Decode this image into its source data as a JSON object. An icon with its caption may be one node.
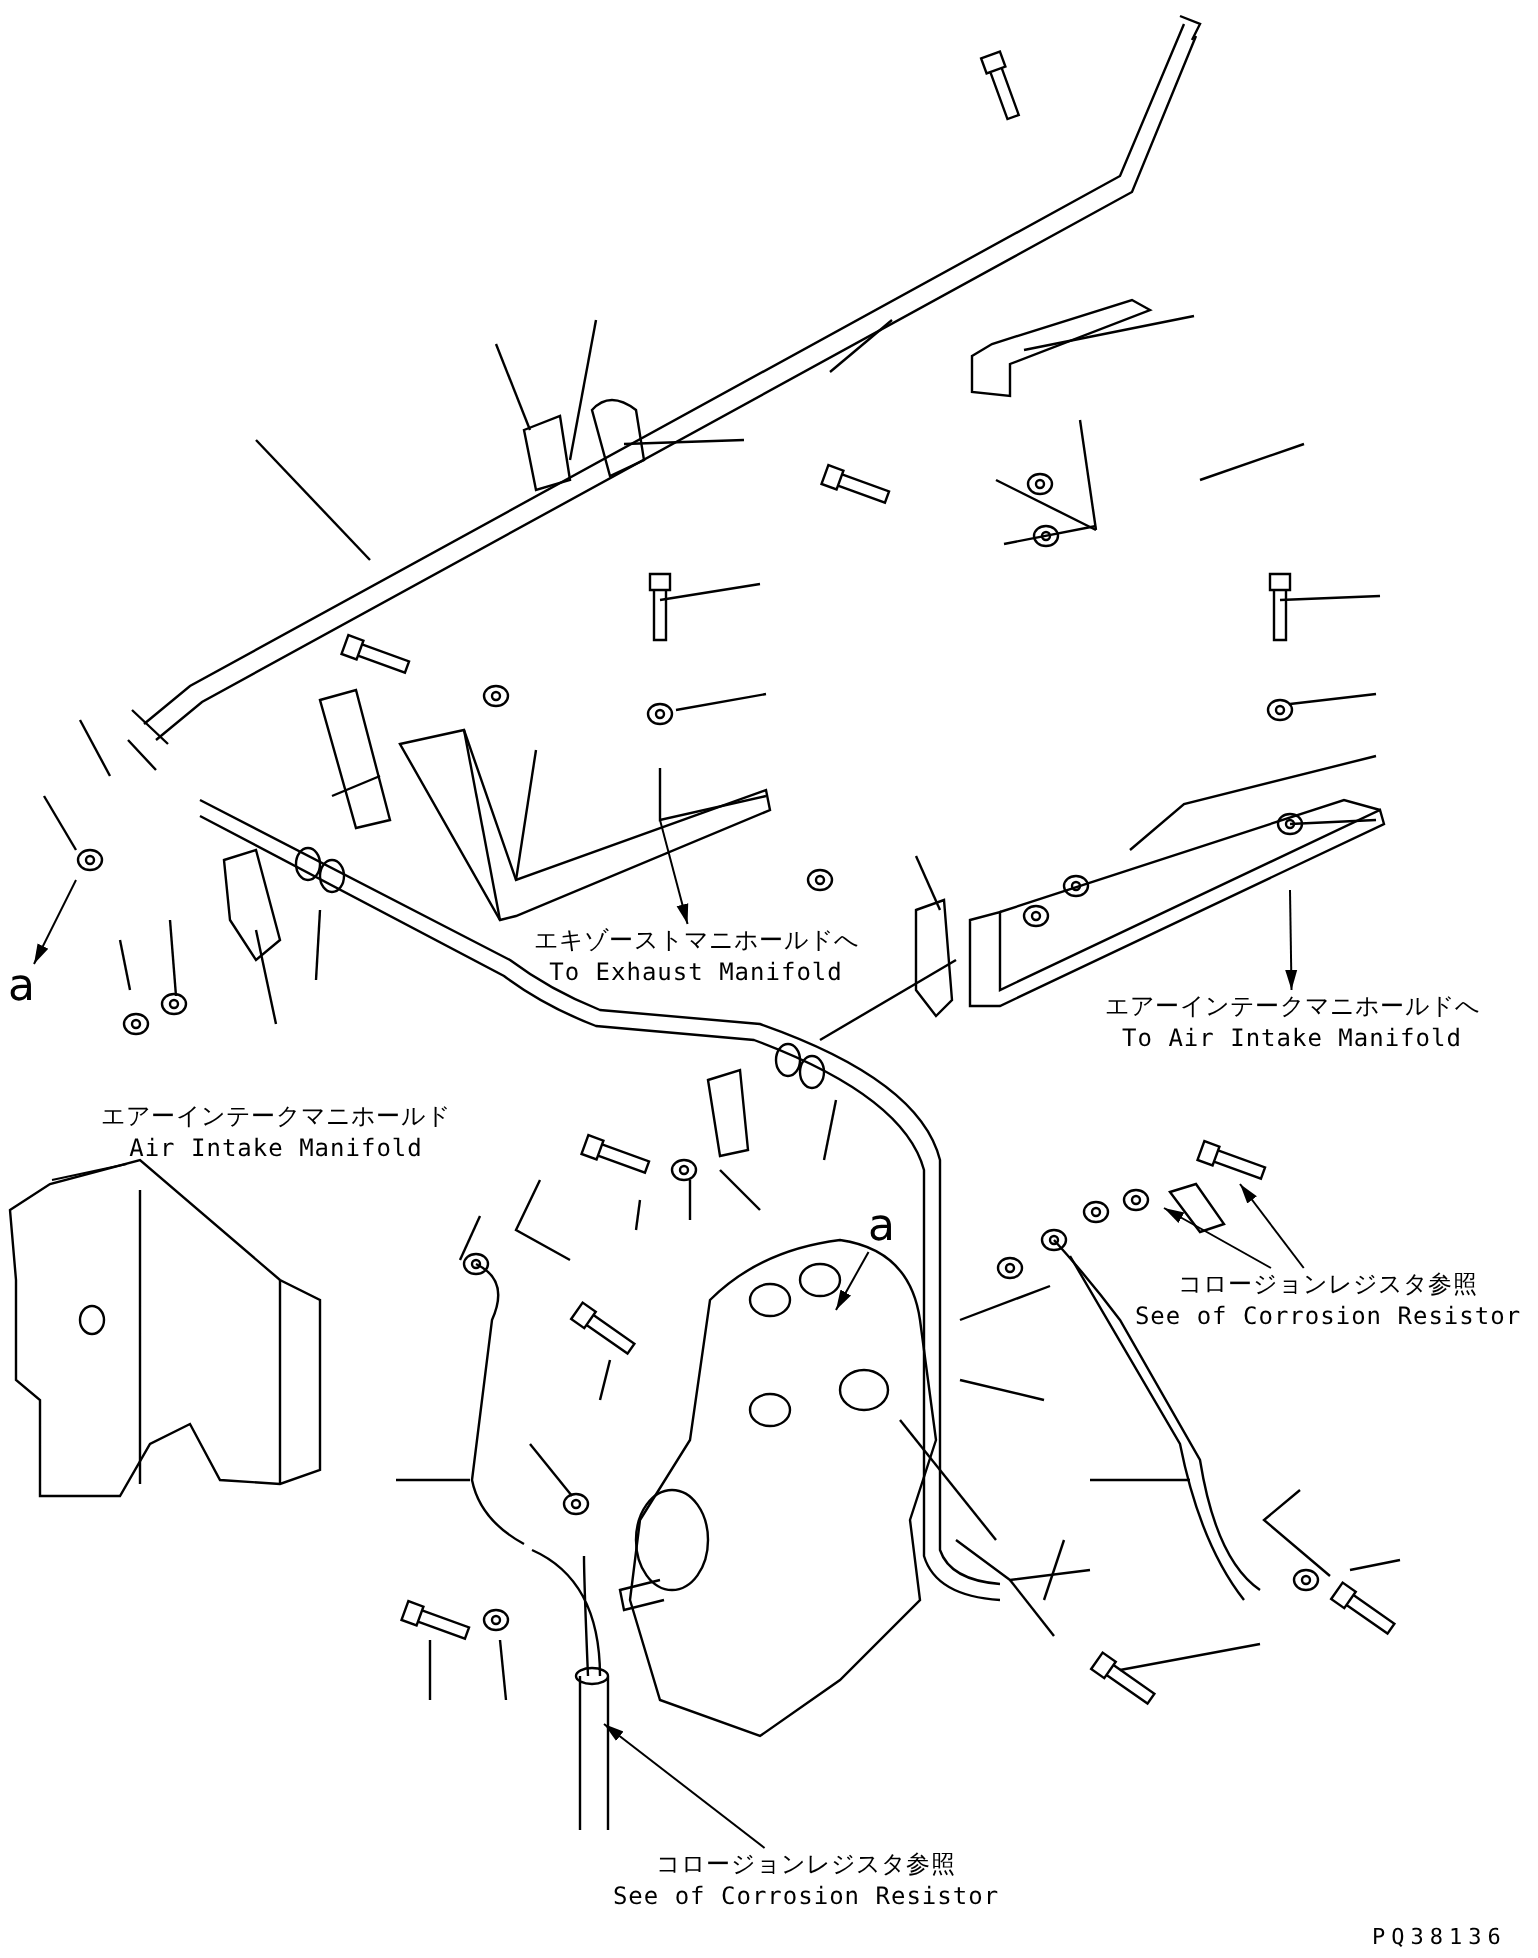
{
  "diagram": {
    "nodes": [
      {
        "text": [
          "エアーインテークマニホールド",
          "Air Intake Manifold"
        ]
      },
      {
        "text": [
          "コロージョンレジスタ参照",
          "See of Corrosion Resistor"
        ]
      },
      {
        "text": [
          "コロージョンレジスタ参照",
          "See of Corrosion Resistor"
        ]
      },
      {
        "text": [
          "a"
        ]
      },
      {
        "text": [
          "a"
        ]
      },
      {
        "text": [
          "エキゾーストマニホールドへ",
          "To Exhaust Manifold"
        ]
      },
      {
        "text": [
          "エアーインテークマニホールドへ",
          "To Air Intake Manifold"
        ]
      }
    ],
    "edges": [
      {
        "from": 0,
        "to": null,
        "arrow": "none"
      },
      {
        "from": 1,
        "to": null,
        "arrow": "to"
      },
      {
        "from": 1,
        "to": null,
        "arrow": "to"
      },
      {
        "from": 2,
        "to": null,
        "arrow": "to"
      },
      {
        "from": 3,
        "to": null,
        "arrow": "to"
      },
      {
        "from": null,
        "to": 4,
        "arrow": "to"
      },
      {
        "from": null,
        "to": 5,
        "arrow": "to"
      },
      {
        "from": null,
        "to": 6,
        "arrow": "to"
      }
    ],
    "labels": [
      "PQ38136"
    ]
  }
}
